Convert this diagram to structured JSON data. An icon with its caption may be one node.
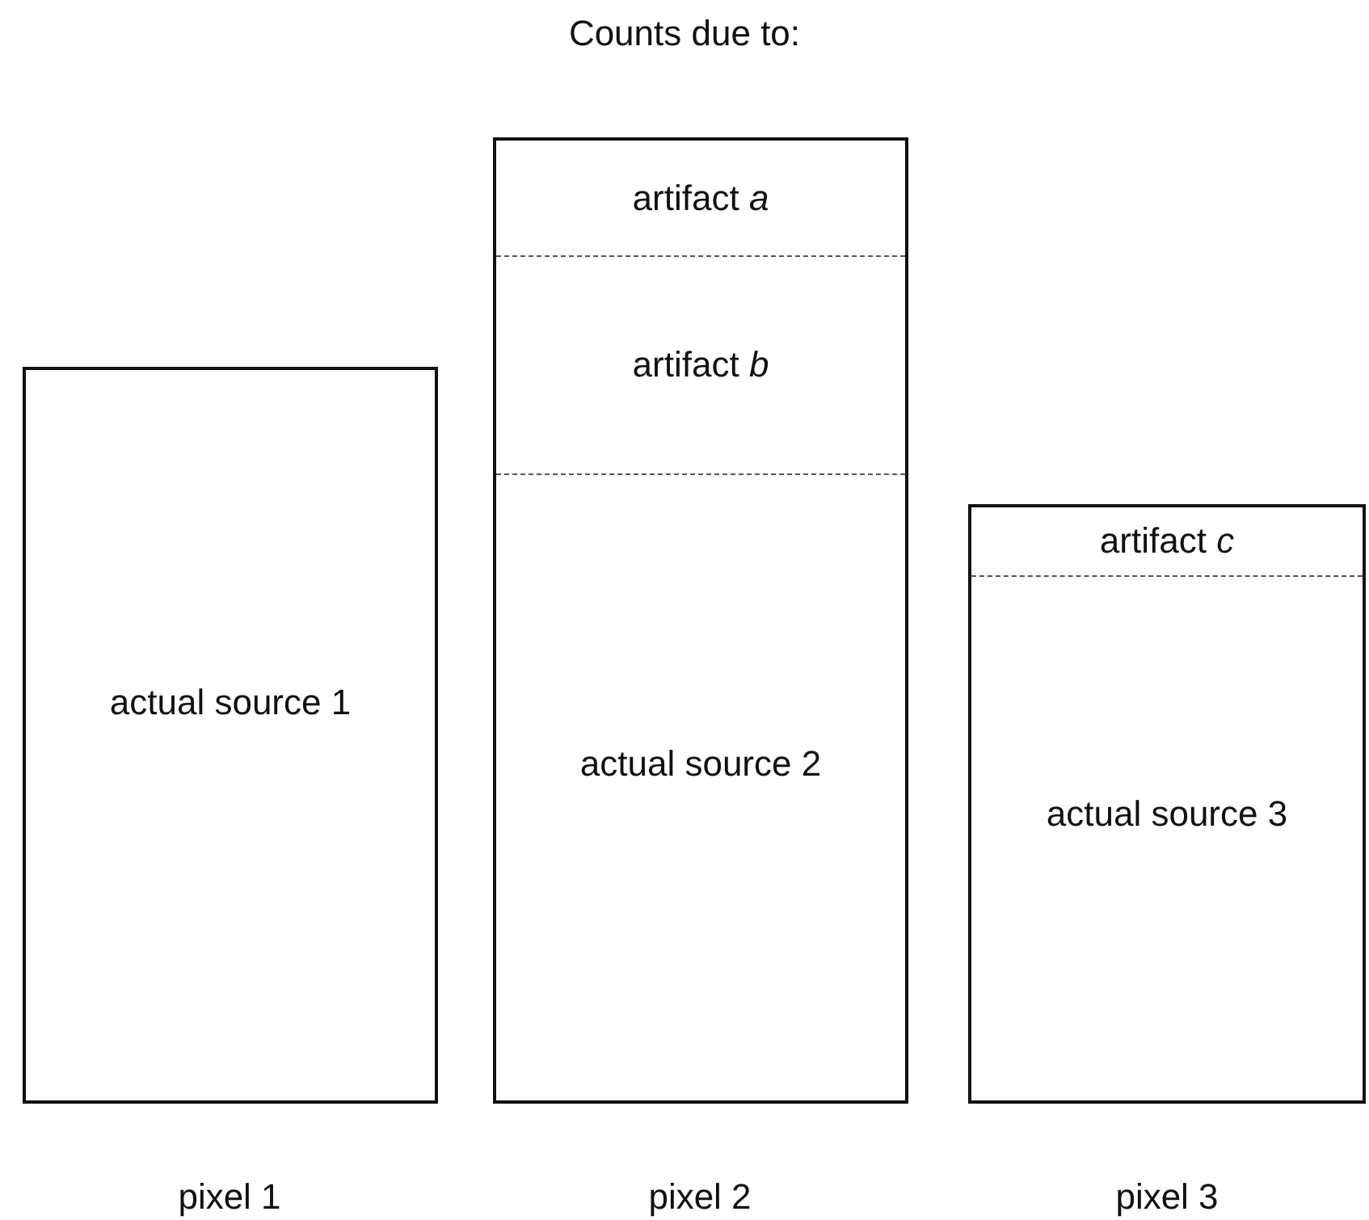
{
  "diagram": {
    "title": "Counts due to:",
    "nodes": [
      {
        "text": [
          "actual source 1"
        ]
      },
      {
        "text": [],
        "shape": "box"
      },
      {
        "text": [
          "artifact *a*"
        ],
        "in": 1
      },
      {
        "text": [
          "artifact *b*"
        ],
        "in": 1
      },
      {
        "text": [
          "actual source 2"
        ],
        "in": 1
      },
      {
        "text": [],
        "shape": "box"
      },
      {
        "text": [
          "artifact *c*"
        ],
        "in": 5
      },
      {
        "text": [
          "actual source 3"
        ],
        "in": 5
      }
    ],
    "labels": [
      "pixel 1",
      "pixel 2",
      "pixel 3"
    ]
  }
}
